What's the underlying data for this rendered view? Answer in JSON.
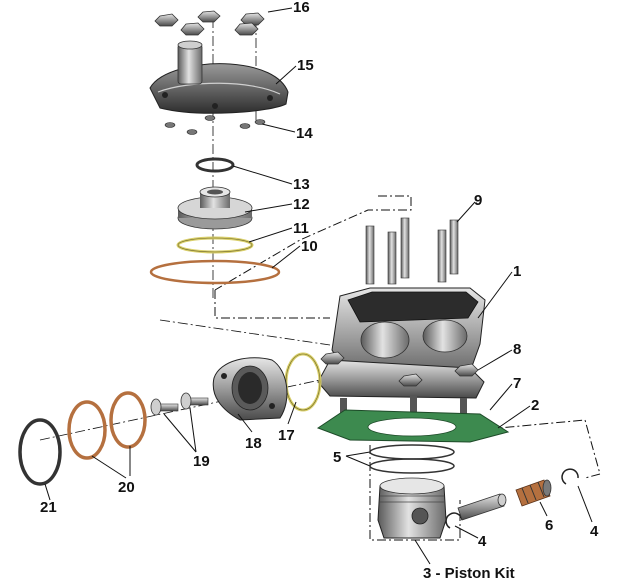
{
  "diagram": {
    "callouts": {
      "c1": "1",
      "c2": "2",
      "c3": "3 - Piston Kit",
      "c4a": "4",
      "c4b": "4",
      "c5": "5",
      "c6": "6",
      "c7": "7",
      "c8": "8",
      "c9": "9",
      "c10": "10",
      "c11": "11",
      "c12": "12",
      "c13": "13",
      "c14": "14",
      "c15": "15",
      "c16": "16",
      "c17": "17",
      "c18": "18",
      "c19": "19",
      "c20": "20",
      "c21": "21"
    },
    "colors": {
      "metal_dark": "#3a3a3a",
      "metal_mid": "#8c8c8c",
      "metal_light": "#d4d4d4",
      "copper_ring": "#b5703f",
      "yellow_ring": "#d9cf6a",
      "gasket_green": "#3d8a4f",
      "line": "#111111"
    }
  }
}
